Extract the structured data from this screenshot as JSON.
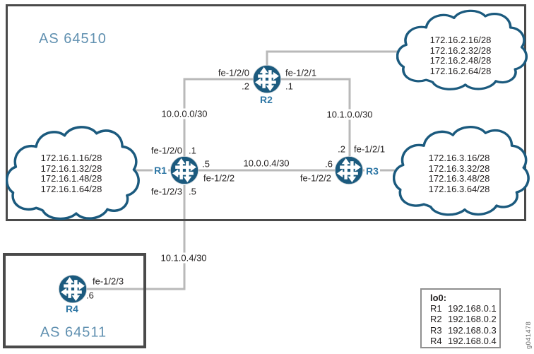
{
  "diagram": {
    "as_boxes": {
      "as64510": "AS 64510",
      "as64511": "AS 64511"
    },
    "routers": {
      "r1": "R1",
      "r2": "R2",
      "r3": "R3",
      "r4": "R4"
    },
    "clouds": {
      "cloud1": {
        "prefixes": [
          "172.16.1.16/28",
          "172.16.1.32/28",
          "172.16.1.48/28",
          "172.16.1.64/28"
        ]
      },
      "cloud2": {
        "prefixes": [
          "172.16.2.16/28",
          "172.16.2.32/28",
          "172.16.2.48/28",
          "172.16.2.64/28"
        ]
      },
      "cloud3": {
        "prefixes": [
          "172.16.3.16/28",
          "172.16.3.32/28",
          "172.16.3.48/28",
          "172.16.3.64/28"
        ]
      }
    },
    "subnets": {
      "r1_r2": "10.0.0.0/30",
      "r2_r3": "10.1.0.0/30",
      "r1_r3": "10.0.0.4/30",
      "r1_r4": "10.1.0.4/30"
    },
    "interfaces": {
      "r1_to_r2": "fe-1/2/0",
      "r1_to_r2_addr": ".1",
      "r1_to_r3": "fe-1/2/2",
      "r1_to_r3_addr": ".5",
      "r1_to_r4": "fe-1/2/3",
      "r1_to_r4_addr": ".5",
      "r2_to_r1": "fe-1/2/0",
      "r2_to_r1_addr": ".2",
      "r2_to_r3": "fe-1/2/1",
      "r2_to_r3_addr": ".1",
      "r3_to_r2": "fe-1/2/1",
      "r3_to_r2_addr": ".2",
      "r3_to_r1": "fe-1/2/2",
      "r3_to_r1_addr": ".6",
      "r4_to_r1": "fe-1/2/3",
      "r4_to_r1_addr": ".6"
    },
    "loopbacks": {
      "title": "lo0:",
      "rows": [
        {
          "router": "R1",
          "ip": "192.168.0.1"
        },
        {
          "router": "R2",
          "ip": "192.168.0.2"
        },
        {
          "router": "R3",
          "ip": "192.168.0.3"
        },
        {
          "router": "R4",
          "ip": "192.168.0.4"
        }
      ]
    },
    "watermark": "g041478",
    "colors": {
      "router_blue": "#1b5a7e",
      "cloud_stroke": "#1b5a7e",
      "label_blue": "#2d76a4",
      "as_label_blue": "#6090b0",
      "link_gray": "#b9b9b9",
      "border_gray": "#4a4a4a"
    }
  }
}
